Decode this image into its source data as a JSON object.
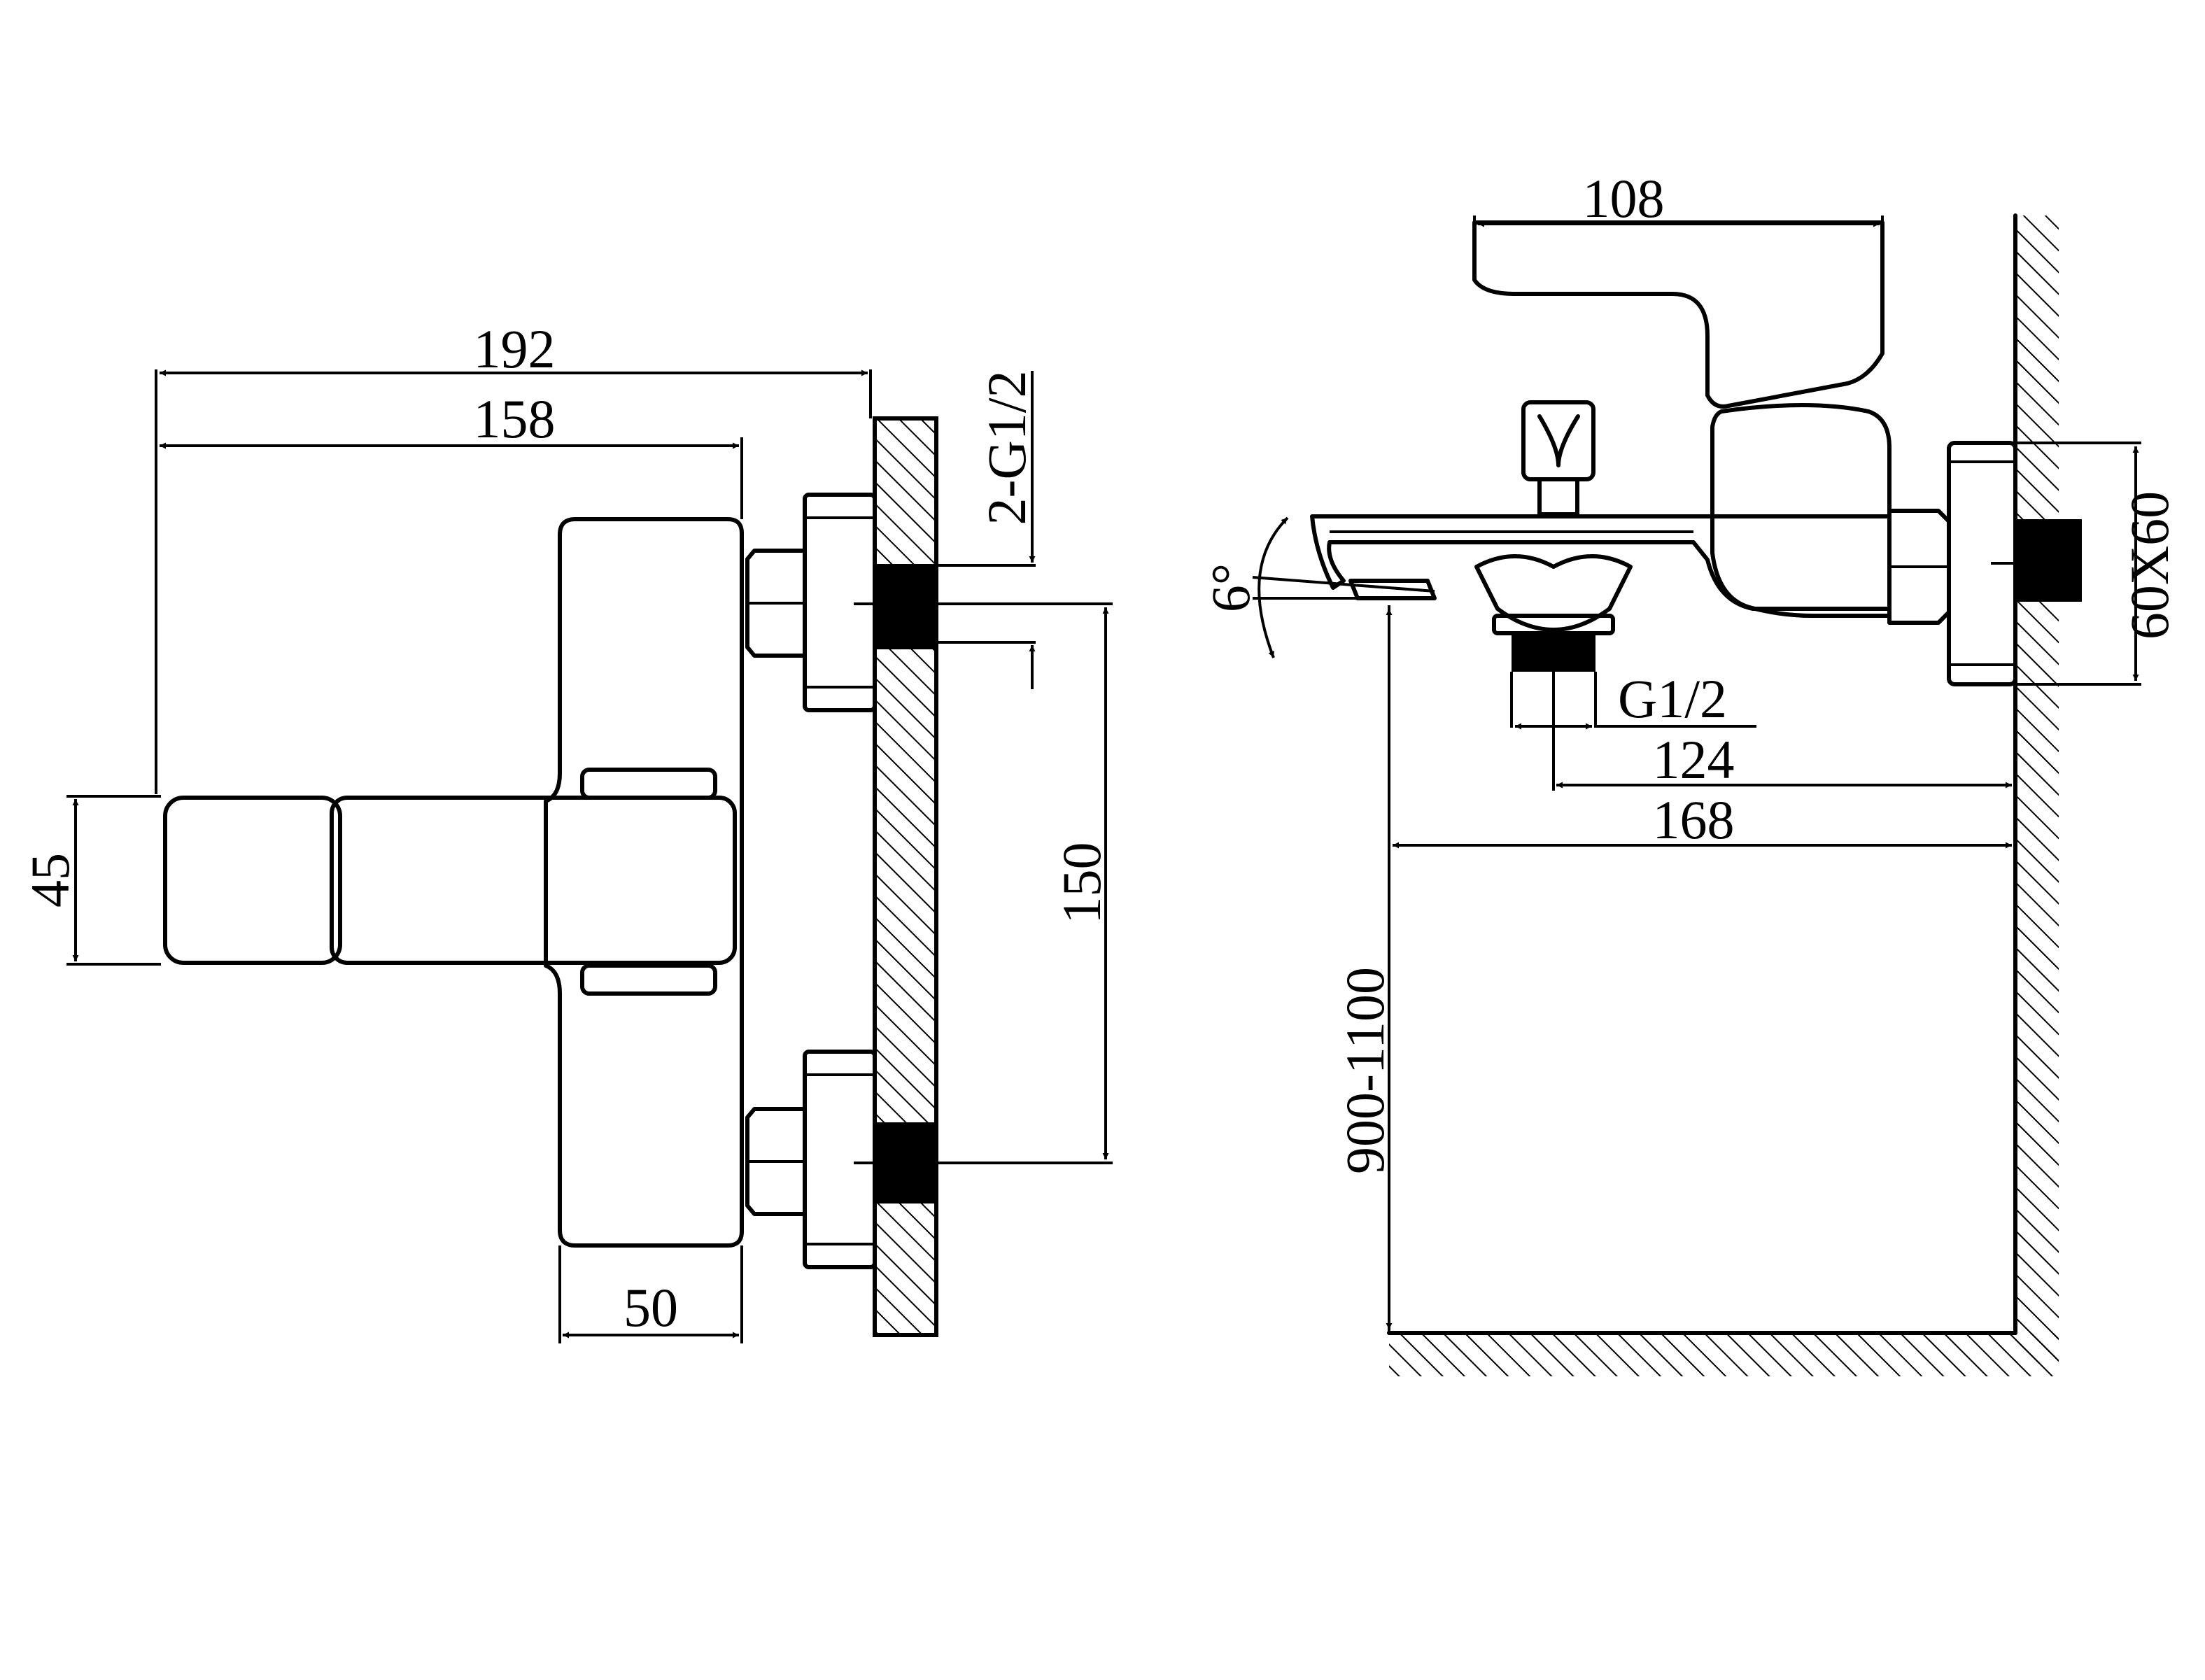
{
  "colors": {
    "line": "#000000",
    "background": "#ffffff"
  },
  "front_view": {
    "dim_total_width": "192",
    "dim_body_width": "158",
    "dim_thread": "2-G1/2",
    "dim_inlet_spacing": "150",
    "dim_handle_height": "45",
    "dim_body_depth": "50"
  },
  "side_view": {
    "dim_handle_length": "108",
    "dim_spout_angle": "6°",
    "dim_flange": "60X60",
    "dim_outlet_thread": "G1/2",
    "dim_outlet_to_wall": "124",
    "dim_spout_to_wall": "168",
    "dim_mount_height": "900-1100"
  }
}
